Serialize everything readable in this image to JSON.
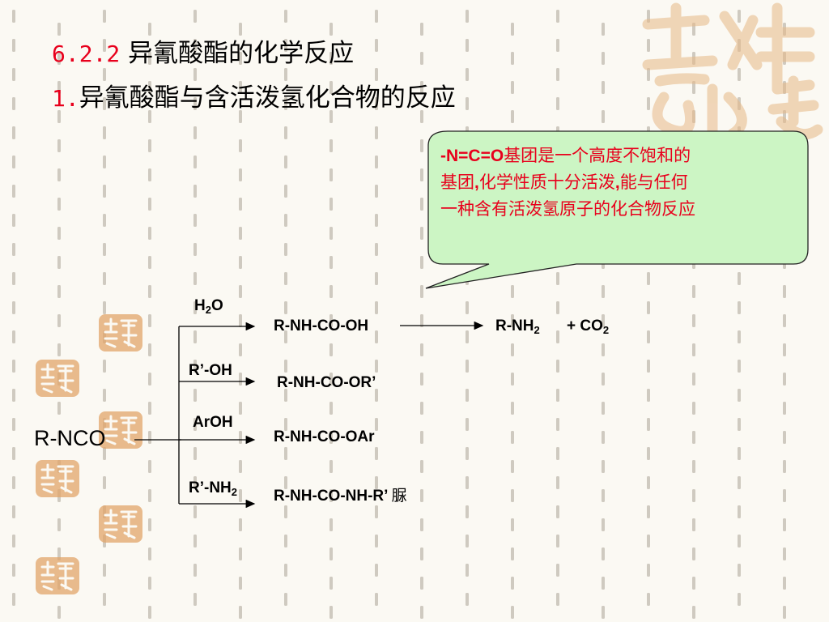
{
  "title": {
    "section_number": "6.2.2",
    "section_title": "异氰酸酯的化学反应",
    "sub_number": "1.",
    "sub_title": "异氰酸酯与含活泼氢化合物的反应"
  },
  "callout": {
    "group_formula": "-N=C=O",
    "line1_rest": "基团是一个高度不饱和的",
    "line2_a": "基团",
    "line2_b": "化学性质十分活泼",
    "line2_c": "能与任何",
    "comma": ",",
    "line3": "一种含有活泼氢原子的化合物反应"
  },
  "reactant": "R-NCO",
  "reactions": [
    {
      "reagent": "H",
      "reagent_sub": "2",
      "reagent_tail": "O",
      "product": "R-NH-CO-OH",
      "further_product_a": "R-NH",
      "further_product_a_sub": "2",
      "further_plus": "+ CO",
      "further_plus_sub": "2"
    },
    {
      "reagent": "R’-OH",
      "product": "R-NH-CO-OR’"
    },
    {
      "reagent": "ArOH",
      "product": "R-NH-CO-OAr"
    },
    {
      "reagent": "R’-NH",
      "reagent_sub": "2",
      "product": "R-NH-CO-NH-R’",
      "product_note": "脲"
    }
  ],
  "background": {
    "motif": "jixiang-seal",
    "colors": {
      "bg": "#fbf9f3",
      "dash": "#cfcac0",
      "seal": "#e2a46a",
      "title_red": "#e8001c",
      "callout_fill": "#ccf5c4"
    }
  }
}
